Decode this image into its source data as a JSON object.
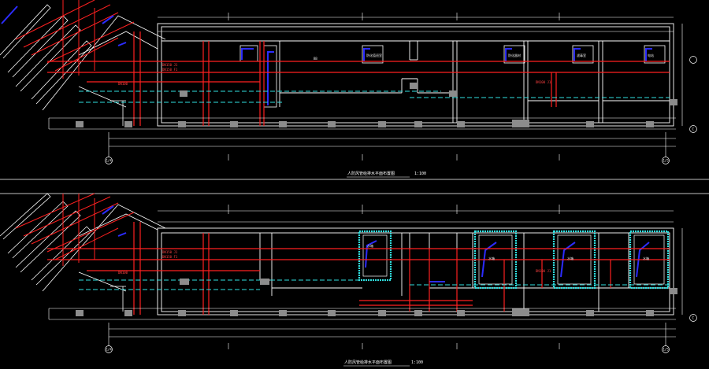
{
  "drawing": {
    "background": "#000000",
    "colors": {
      "wall": "#ffffff",
      "pipe_red": "#ff2020",
      "pipe_cyan": "#30e0e0",
      "accent_blue": "#2c2cff",
      "column_fill": "#8c8c8c",
      "tag_red": "#ff4040"
    }
  },
  "plans": [
    {
      "caption": "人防风管给排水平面布置图",
      "scale": "1:100",
      "grid_left": "1/4",
      "grid_right": "1/5",
      "grid_side": "C",
      "room_labels": [
        "BB",
        "防化值班室",
        "防化器材",
        "滤毒室",
        "电站"
      ],
      "pipe_tags": [
        "DN150 J1",
        "DN150 F1",
        "DN100",
        "DN100 J1"
      ]
    },
    {
      "caption": "人防风管给排水平面布置图",
      "scale": "1:100",
      "grid_left": "1/4",
      "grid_right": "1/5",
      "grid_side": "C",
      "room_labels": [
        "水箱",
        "水箱",
        "水箱",
        "水箱"
      ],
      "pipe_tags": [
        "DN150 J1",
        "DN150 F1",
        "DN100",
        "DN100 J1"
      ]
    }
  ]
}
